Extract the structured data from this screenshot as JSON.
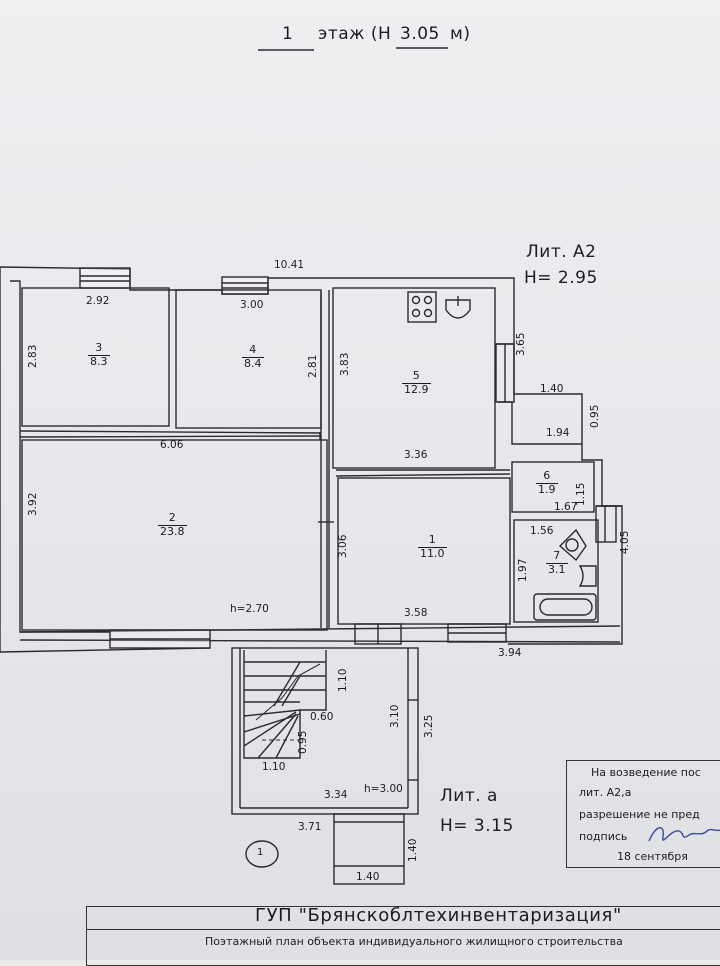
{
  "header": {
    "floor_number": "1",
    "floor_label": "этаж (Н",
    "floor_height": "3.05",
    "floor_unit": "м)"
  },
  "labels": {
    "lit_a2": "Лит. А2",
    "lit_a2_height": "Н= 2.95",
    "lit_a": "Лит. а",
    "lit_a_height": "Н= 3.15",
    "circle_mark": "1"
  },
  "rooms": [
    {
      "id": "1",
      "area": "11.0"
    },
    {
      "id": "2",
      "area": "23.8"
    },
    {
      "id": "3",
      "area": "8.3"
    },
    {
      "id": "4",
      "area": "8.4"
    },
    {
      "id": "5",
      "area": "12.9"
    },
    {
      "id": "6",
      "area": "1.9"
    },
    {
      "id": "7",
      "area": "3.1"
    }
  ],
  "dimensions": {
    "top_total": "10.41",
    "r3_width": "2.92",
    "r4_width": "3.00",
    "r3_height": "2.83",
    "r4_height": "2.81",
    "r5_height": "3.83",
    "a2_right": "3.65",
    "d_140_top": "1.40",
    "d_095": "0.95",
    "d_194": "1.94",
    "d_115": "1.15",
    "d_167": "1.67",
    "d_156": "1.56",
    "d_405": "4.05",
    "d_197": "1.97",
    "r2_width": "6.06",
    "r2_height": "3.92",
    "r1_top": "3.36",
    "r1_height": "3.06",
    "r1_width": "3.58",
    "h_270": "h=2.70",
    "d_394": "3.94",
    "veranda_110a": "1.10",
    "veranda_310": "3.10",
    "veranda_325": "3.25",
    "stair_060": "0.60",
    "stair_095": "0.95",
    "stair_110": "1.10",
    "veranda_334": "3.34",
    "h_300": "h=3.00",
    "d_371": "3.71",
    "porch_140_v": "1.40",
    "porch_140_h": "1.40"
  },
  "stamp": {
    "line1": "На возведение пос",
    "line2": "лит. А2,а",
    "line3": "разрешение не пред",
    "line4": "подпись",
    "line5": "18 сентября"
  },
  "title_block": {
    "org": "ГУП \"Брянскоблтехинвентаризация\"",
    "subtitle": "Поэтажный план объекта индивидуального жилищного строительства"
  }
}
